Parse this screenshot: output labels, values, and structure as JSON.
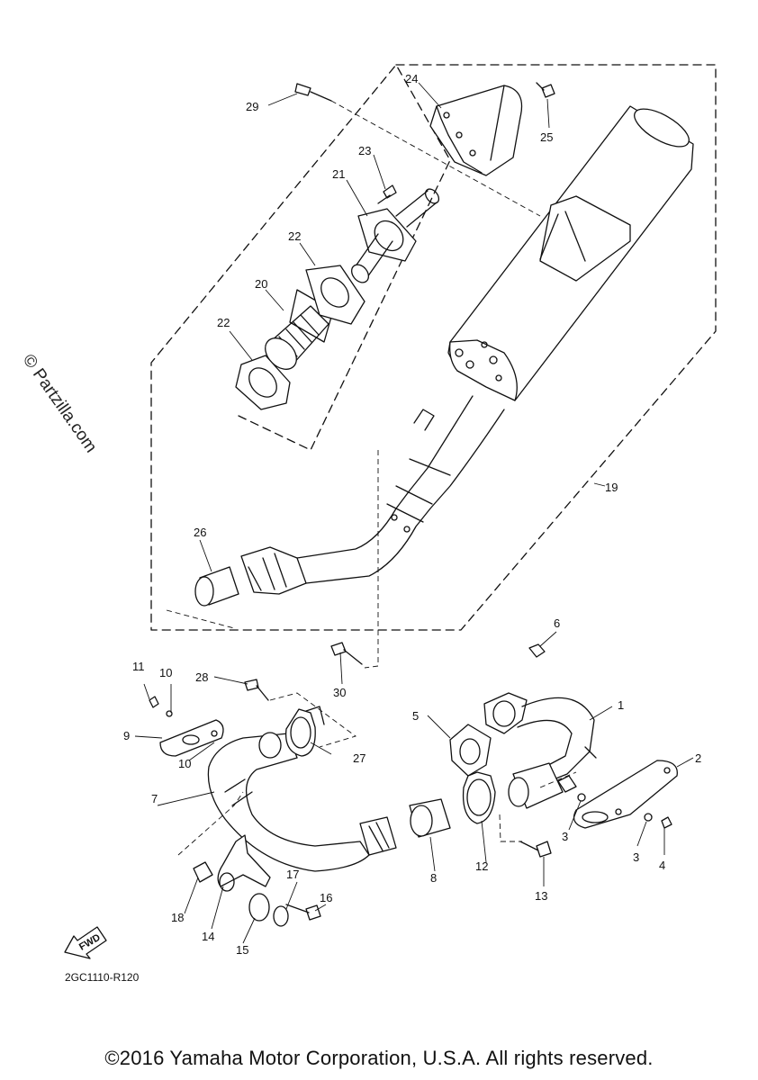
{
  "diagram": {
    "ref_code": "2GC1110-R120",
    "watermark": "© Partzilla.com",
    "fwd_label": "FWD",
    "copyright": "©2016 Yamaha Motor Corporation, U.S.A. All rights reserved.",
    "callouts": [
      "1",
      "2",
      "3",
      "3",
      "4",
      "5",
      "6",
      "7",
      "8",
      "9",
      "10",
      "10",
      "11",
      "12",
      "13",
      "14",
      "15",
      "16",
      "17",
      "18",
      "19",
      "20",
      "21",
      "22",
      "22",
      "23",
      "24",
      "25",
      "26",
      "27",
      "28",
      "29",
      "30"
    ]
  }
}
